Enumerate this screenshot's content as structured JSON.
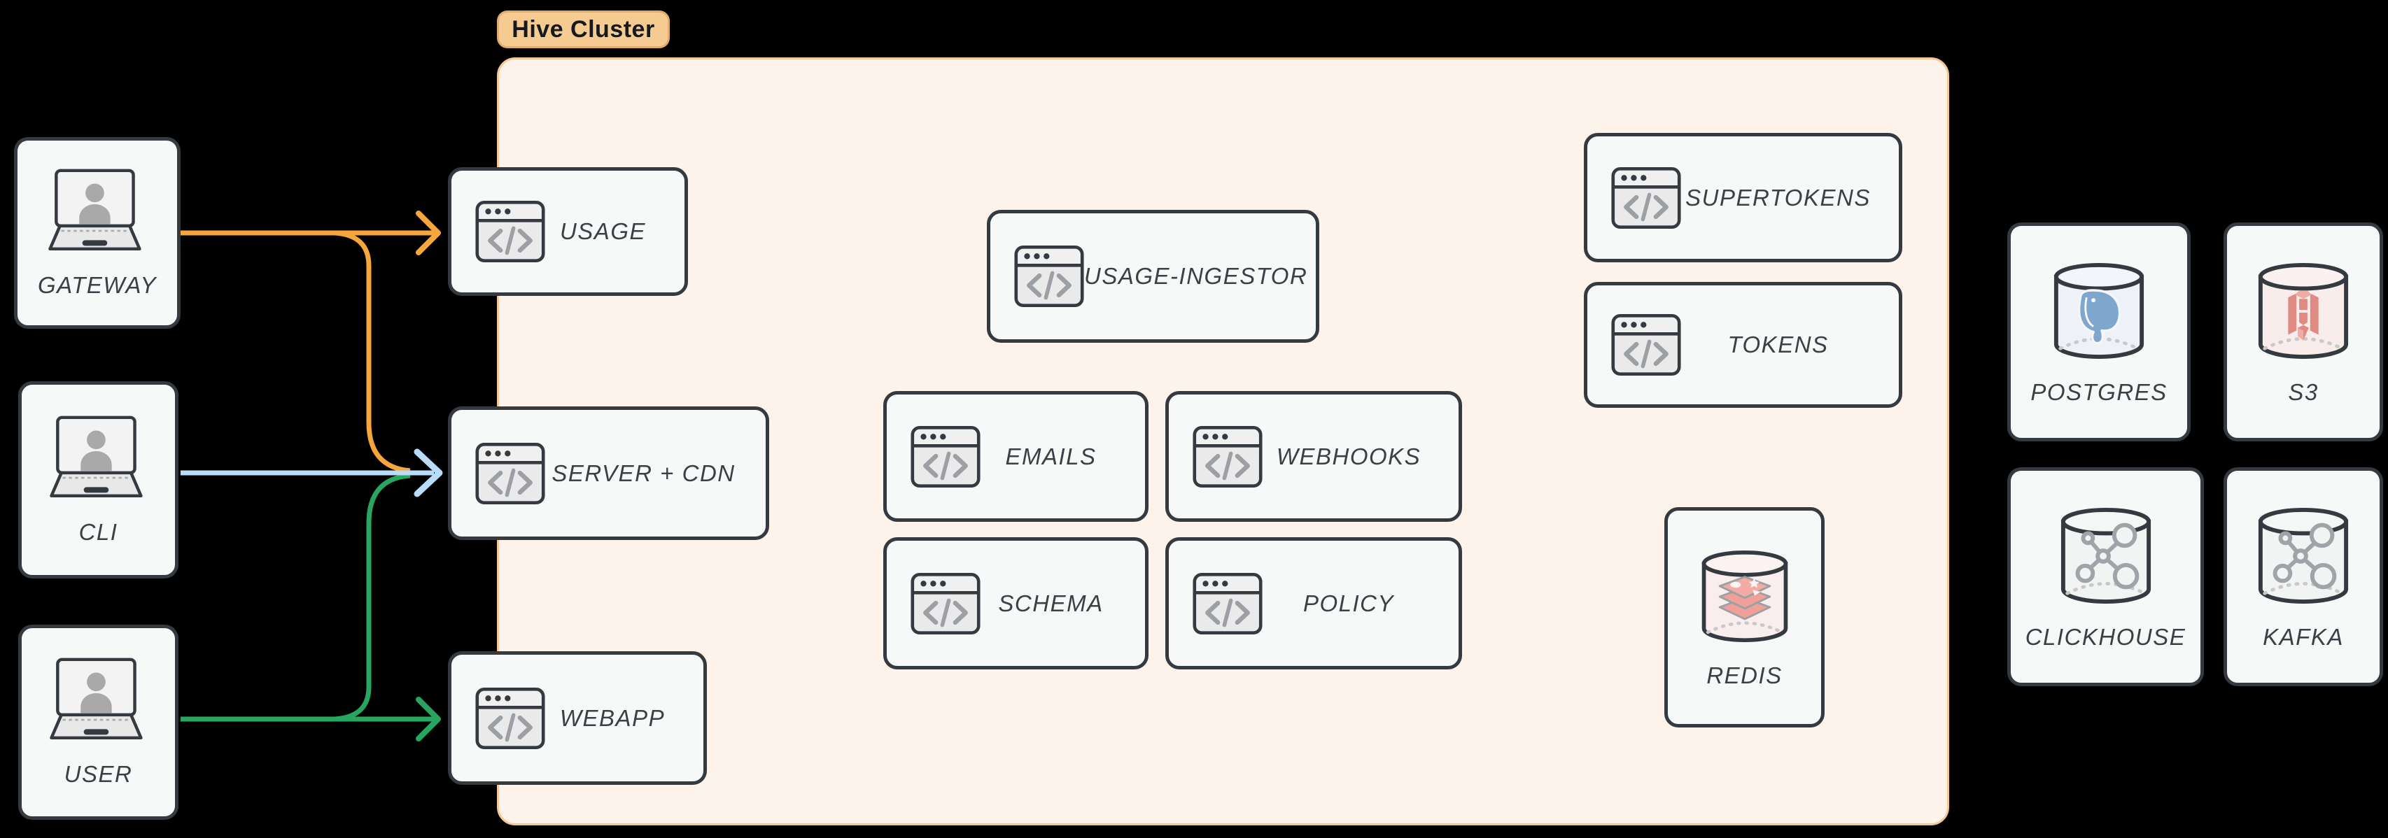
{
  "canvas": {
    "background": "#000000"
  },
  "cluster": {
    "label": "Hive Cluster",
    "tag_bg": "#F6CB92",
    "panel_bg": "#FDF3EB",
    "panel_border": "#F6C795",
    "services": [
      {
        "id": "usage",
        "label": "USAGE",
        "icon": "code-window"
      },
      {
        "id": "server-cdn",
        "label": "SERVER + CDN",
        "icon": "code-window"
      },
      {
        "id": "webapp",
        "label": "WEBAPP",
        "icon": "code-window"
      },
      {
        "id": "usage-ingestor",
        "label": "USAGE-INGESTOR",
        "icon": "code-window"
      },
      {
        "id": "emails",
        "label": "EMAILS",
        "icon": "code-window"
      },
      {
        "id": "webhooks",
        "label": "WEBHOOKS",
        "icon": "code-window"
      },
      {
        "id": "schema",
        "label": "SCHEMA",
        "icon": "code-window"
      },
      {
        "id": "policy",
        "label": "POLICY",
        "icon": "code-window"
      },
      {
        "id": "supertokens",
        "label": "SUPERTOKENS",
        "icon": "code-window"
      },
      {
        "id": "tokens",
        "label": "TOKENS",
        "icon": "code-window"
      }
    ],
    "datastores": [
      {
        "id": "redis",
        "label": "REDIS",
        "icon": "database-redis"
      }
    ]
  },
  "clients": [
    {
      "id": "gateway",
      "label": "GATEWAY",
      "icon": "laptop-user"
    },
    {
      "id": "cli",
      "label": "CLI",
      "icon": "laptop-user"
    },
    {
      "id": "user",
      "label": "USER",
      "icon": "laptop-user"
    }
  ],
  "external_datastores": [
    {
      "id": "postgres",
      "label": "POSTGRES",
      "icon": "database-postgres"
    },
    {
      "id": "s3",
      "label": "S3",
      "icon": "database-s3"
    },
    {
      "id": "clickhouse",
      "label": "CLICKHOUSE",
      "icon": "database-network"
    },
    {
      "id": "kafka",
      "label": "KAFKA",
      "icon": "database-network"
    }
  ],
  "edges": [
    {
      "from": "GATEWAY",
      "to": "USAGE",
      "color": "#F6A63C"
    },
    {
      "from": "GATEWAY",
      "to": "SERVER + CDN",
      "color": "#F6A63C"
    },
    {
      "from": "CLI",
      "to": "SERVER + CDN",
      "color": "#B9DCF8"
    },
    {
      "from": "USER",
      "to": "WEBAPP",
      "color": "#27A65F"
    },
    {
      "from": "USER",
      "to": "SERVER + CDN",
      "color": "#27A65F"
    }
  ],
  "colors": {
    "node_fill": "#F7F8F8",
    "node_border": "#343A40",
    "label_text": "#3A4046",
    "arrow_orange": "#F6A63C",
    "arrow_blue": "#B9DCF8",
    "arrow_green": "#27A65F"
  }
}
